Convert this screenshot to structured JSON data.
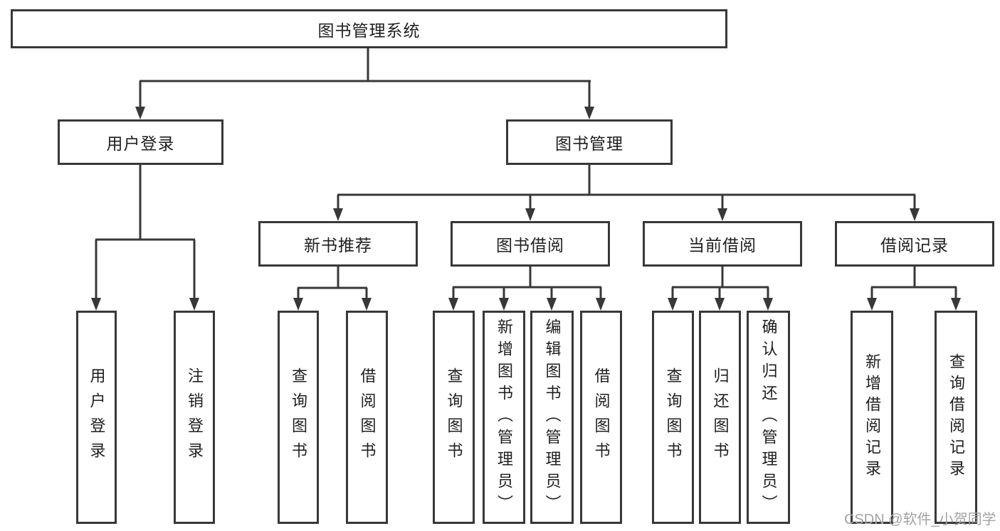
{
  "diagram": {
    "tree": {
      "label": "图书管理系统",
      "children": [
        {
          "label": "用户登录",
          "children": [
            {
              "label": "用户登录"
            },
            {
              "label": "注销登录"
            }
          ]
        },
        {
          "label": "图书管理",
          "children": [
            {
              "label": "新书推荐",
              "children": [
                {
                  "label": "查询图书"
                },
                {
                  "label": "借阅图书"
                }
              ]
            },
            {
              "label": "图书借阅",
              "children": [
                {
                  "label": "查询图书"
                },
                {
                  "label": "新增图书（管理员）"
                },
                {
                  "label": "编辑图书（管理员）"
                },
                {
                  "label": "借阅图书"
                }
              ]
            },
            {
              "label": "当前借阅",
              "children": [
                {
                  "label": "查询图书"
                },
                {
                  "label": "归还图书"
                },
                {
                  "label": "确认归还（管理员）"
                }
              ]
            },
            {
              "label": "借阅记录",
              "children": [
                {
                  "label": "新增借阅记录"
                },
                {
                  "label": "查询借阅记录"
                }
              ]
            }
          ]
        }
      ]
    },
    "watermark": {
      "text": "CSDN @软件_小贺同学"
    },
    "colors": {
      "line": "#383838",
      "box_border": "#383838",
      "text": "#1f1f1f",
      "watermark": "#a3a3a3",
      "background": "#ffffff"
    }
  }
}
